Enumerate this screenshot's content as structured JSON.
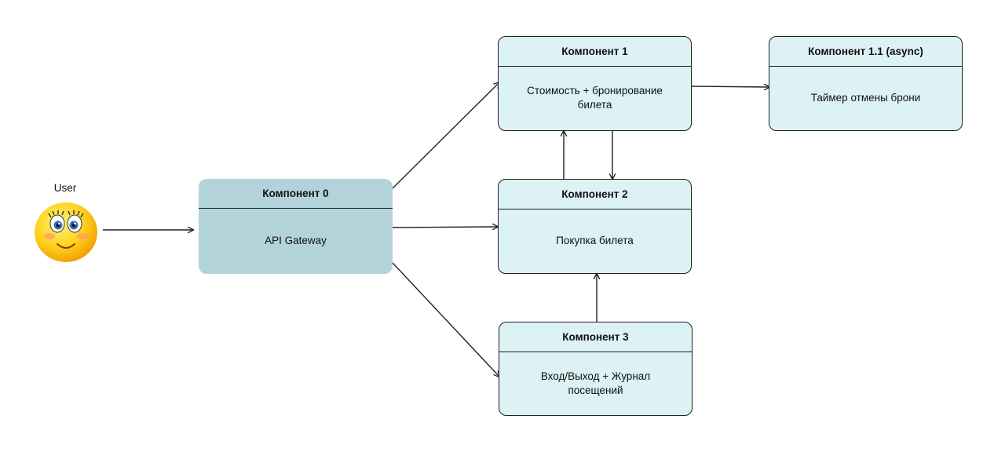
{
  "actor": {
    "label": "User",
    "icon": "smiley-face-icon"
  },
  "gateway": {
    "title": "Компонент 0",
    "body": "API Gateway",
    "color": "#b3d3da"
  },
  "component1": {
    "title": "Компонент 1",
    "body": "Стоимость + бронирование билета"
  },
  "component11": {
    "title": "Компонент 1.1 (async)",
    "body": "Таймер отмены брони"
  },
  "component2": {
    "title": "Компонент 2",
    "body": "Покупка билета"
  },
  "component3": {
    "title": "Компонент 3",
    "body": "Вход/Выход + Журнал посещений"
  },
  "colors": {
    "component_fill": "#dcf2f4",
    "stroke": "#1f1f1f"
  },
  "edges": [
    {
      "from": "actor",
      "to": "gateway"
    },
    {
      "from": "gateway",
      "to": "component1"
    },
    {
      "from": "gateway",
      "to": "component2"
    },
    {
      "from": "gateway",
      "to": "component3"
    },
    {
      "from": "component1",
      "to": "component11"
    },
    {
      "from": "component2",
      "to": "component1"
    },
    {
      "from": "component1",
      "to": "component2"
    },
    {
      "from": "component3",
      "to": "component2"
    }
  ]
}
